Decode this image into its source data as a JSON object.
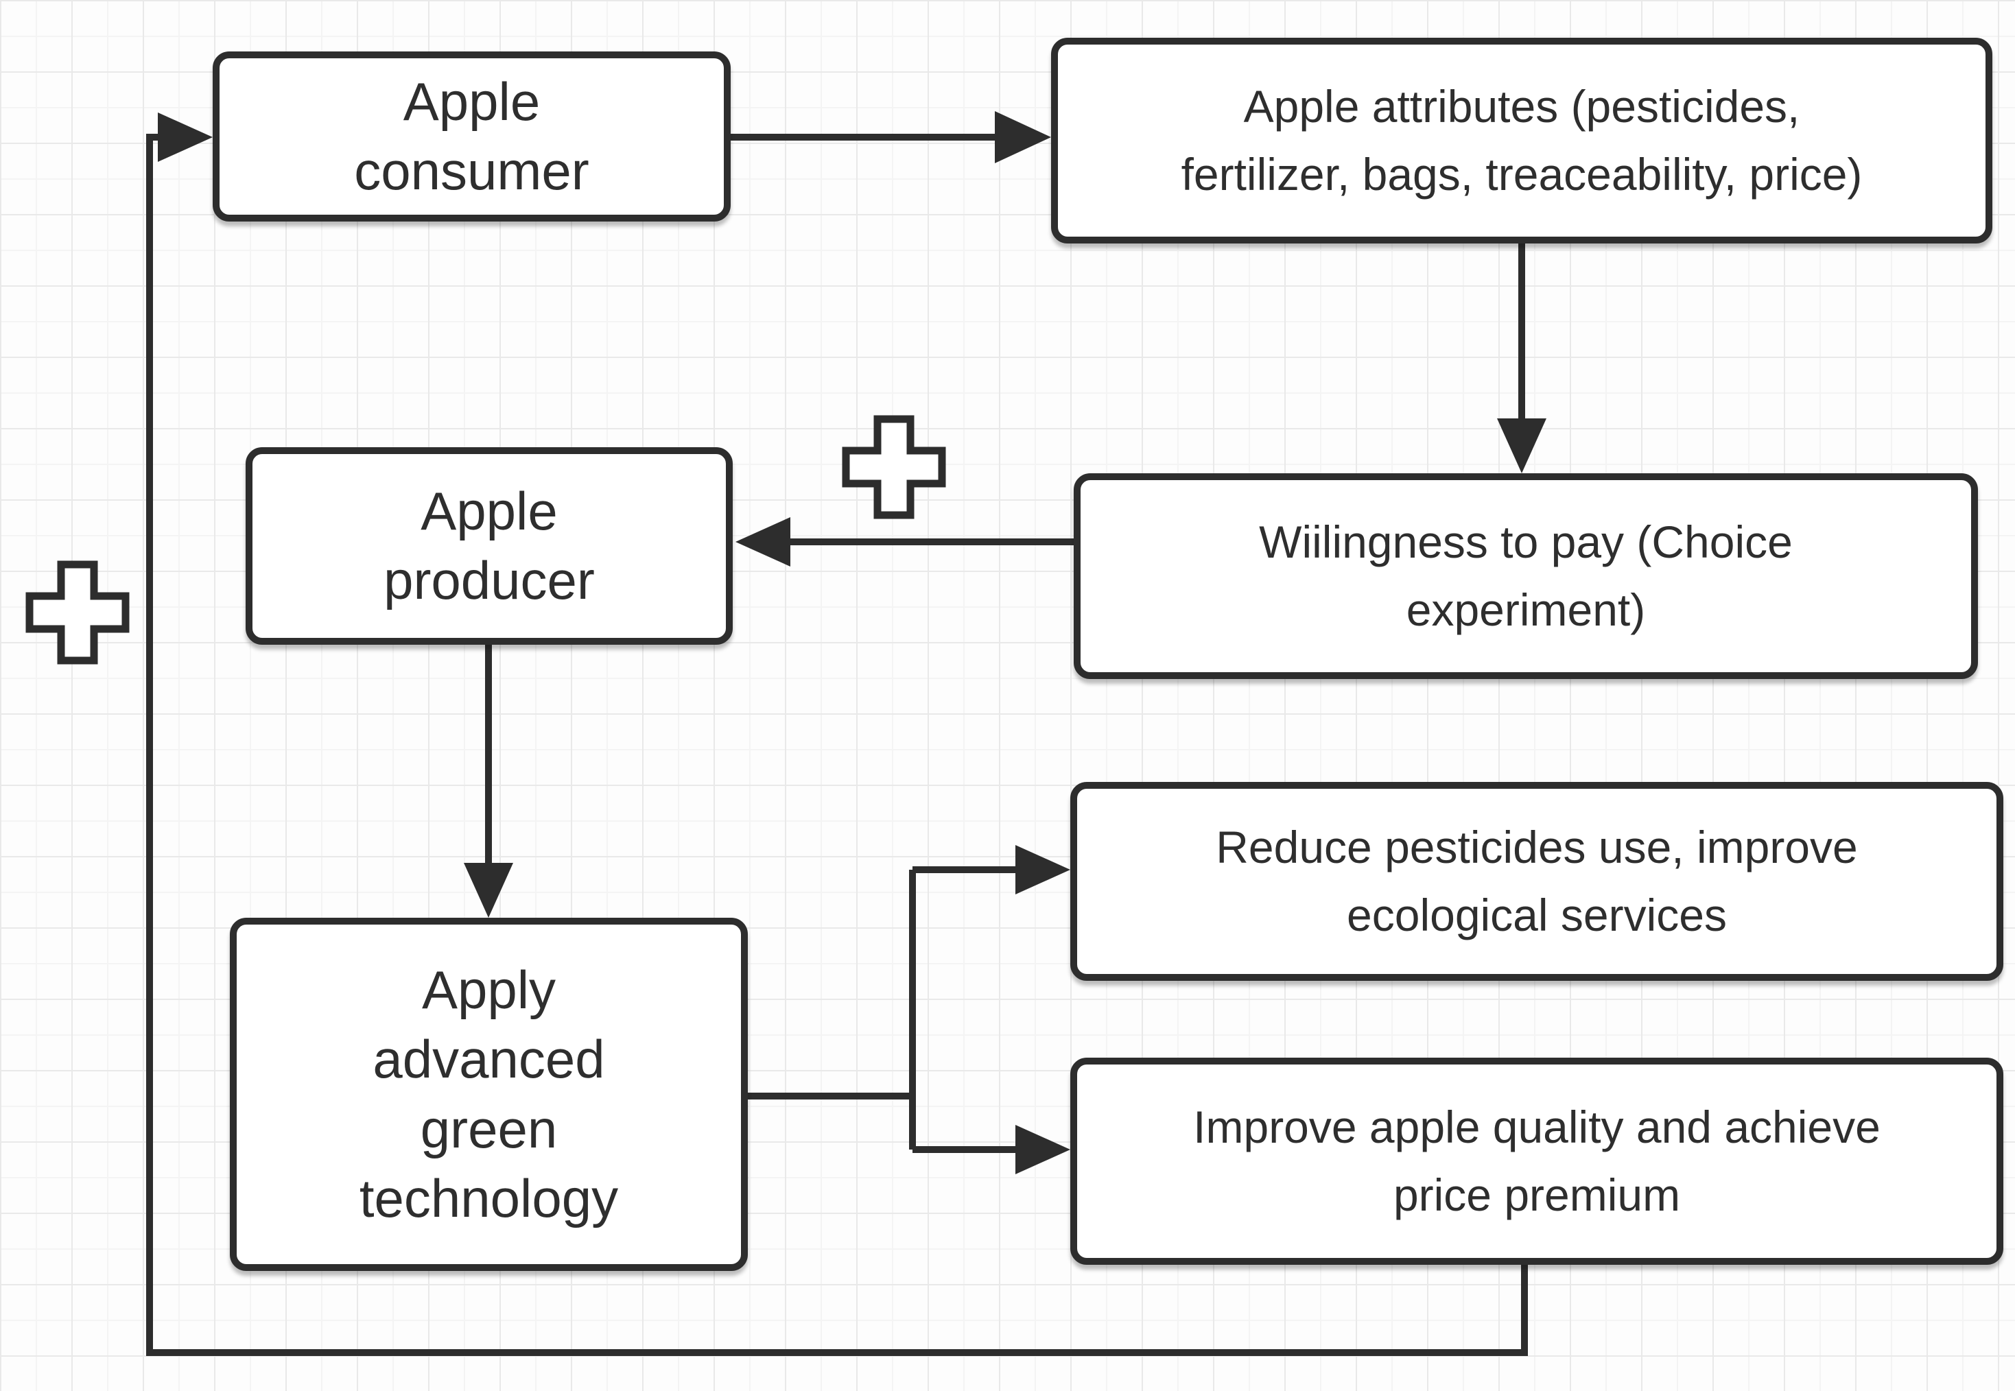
{
  "diagram": {
    "colors": {
      "line": "#2d2d2d",
      "box_border": "#2d2d2d",
      "box_fill": "#ffffff",
      "background": "#fdfdfd",
      "grid_line": "#e9e9e9",
      "text": "#2e2e2e"
    },
    "nodes": [
      {
        "id": "apple-consumer",
        "label": "Apple\nconsumer"
      },
      {
        "id": "apple-attributes",
        "label": "Apple attributes (pesticides,\nfertilizer, bags, treaceability, price)"
      },
      {
        "id": "apple-producer",
        "label": "Apple\nproducer"
      },
      {
        "id": "willingness-to-pay",
        "label": "Wiilingness to pay (Choice\nexperiment)"
      },
      {
        "id": "apply-green-technology",
        "label": "Apply\nadvanced\ngreen\ntechnology"
      },
      {
        "id": "reduce-pesticides",
        "label": "Reduce pesticides use, improve\necological services"
      },
      {
        "id": "improve-quality",
        "label": "Improve apple quality and achieve\nprice premium"
      }
    ],
    "symbols": [
      {
        "id": "plus-left",
        "glyph": "plus"
      },
      {
        "id": "plus-middle",
        "glyph": "plus"
      }
    ],
    "edges": [
      {
        "from": "apple-consumer",
        "to": "apple-attributes"
      },
      {
        "from": "apple-attributes",
        "to": "willingness-to-pay"
      },
      {
        "from": "willingness-to-pay",
        "to": "apple-producer",
        "sign": "plus"
      },
      {
        "from": "apple-producer",
        "to": "apply-green-technology"
      },
      {
        "from": "apply-green-technology",
        "to": "reduce-pesticides"
      },
      {
        "from": "apply-green-technology",
        "to": "improve-quality"
      },
      {
        "from": "improve-quality",
        "to": "apple-consumer",
        "sign": "plus"
      }
    ]
  }
}
